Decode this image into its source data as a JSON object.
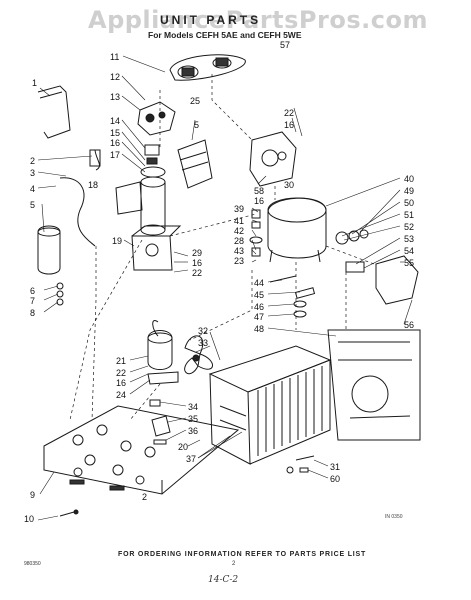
{
  "watermark": "AppliancePartsPros.com",
  "title": "UNIT PARTS",
  "subtitle": "For Models CEFH 5AE and CEFH 5WE",
  "reference_note": "IN 0350",
  "footer": {
    "code": "980350",
    "instruction": "FOR ORDERING INFORMATION REFER TO PARTS PRICE LIST",
    "page": "2",
    "handwritten": "14-C-2"
  },
  "callouts": [
    "57",
    "11",
    "12",
    "25",
    "13",
    "14",
    "15",
    "16",
    "17",
    "5",
    "1",
    "2",
    "3",
    "18",
    "4",
    "5",
    "19",
    "29",
    "16",
    "22",
    "6",
    "7",
    "8",
    "22",
    "16",
    "30",
    "58",
    "16",
    "39",
    "41",
    "42",
    "28",
    "43",
    "23",
    "40",
    "49",
    "50",
    "51",
    "52",
    "53",
    "54",
    "55",
    "44",
    "45",
    "46",
    "47",
    "48",
    "56",
    "32",
    "33",
    "21",
    "22",
    "16",
    "24",
    "34",
    "35",
    "36",
    "20",
    "37",
    "9",
    "10",
    "31",
    "60",
    "2"
  ]
}
